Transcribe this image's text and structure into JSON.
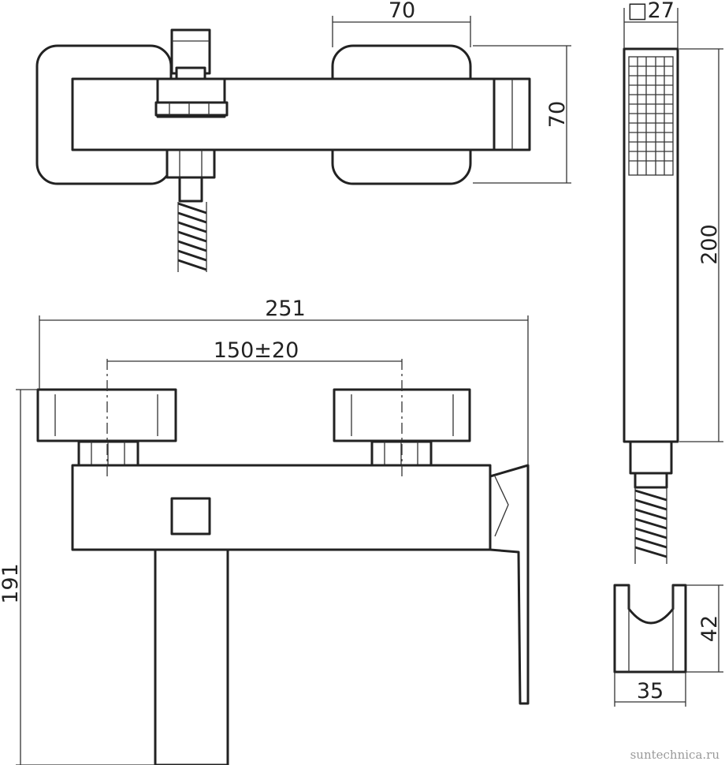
{
  "dimensions": {
    "top_handle_width": "70",
    "top_body_height": "70",
    "square_head": "□27",
    "head_length": "200",
    "overall_width": "251",
    "center_distance": "150±20",
    "overall_height": "191",
    "holder_height": "42",
    "holder_width": "35"
  },
  "watermark": "suntechnica.ru"
}
